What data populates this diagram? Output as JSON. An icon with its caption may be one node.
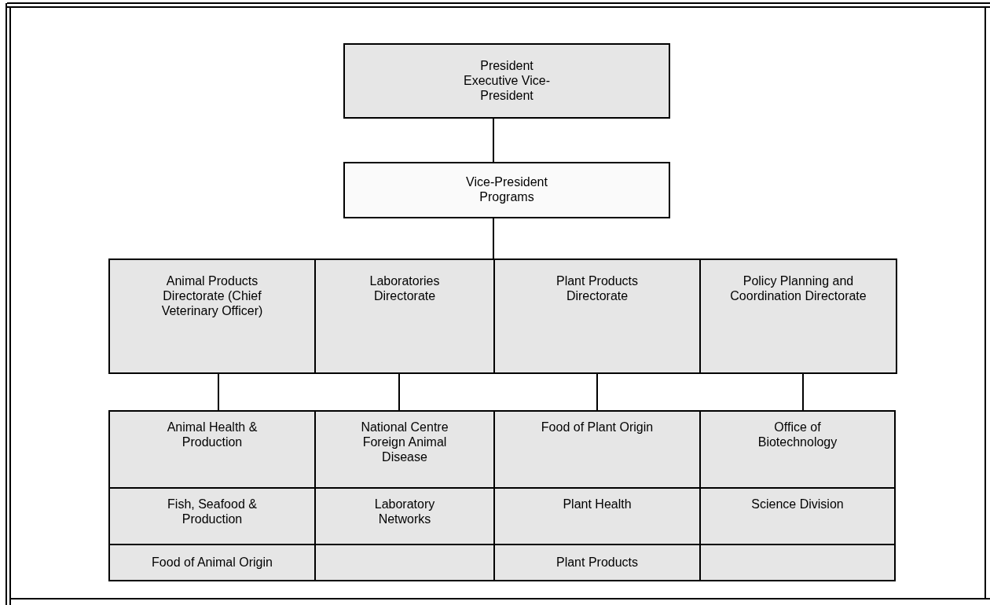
{
  "diagram": {
    "nodes": [
      {
        "text": [
          "President Executive Vice-President"
        ]
      },
      {
        "text": [
          "Vice-President Programs"
        ]
      },
      {
        "text": [],
        "shape": "box"
      },
      {
        "text": [
          "Animal Products Directorate (Chief Veterinary Officer)"
        ],
        "in": 2
      },
      {
        "text": [
          "Laboratories Directorate"
        ],
        "in": 2
      },
      {
        "text": [
          "Plant Products Directorate"
        ],
        "in": 2
      },
      {
        "text": [
          "Policy Planning and Coordination Directorate"
        ],
        "in": 2
      },
      {
        "text": [
          "Animal Health & Production"
        ]
      },
      {
        "text": [
          "National Centre Foreign Animal Disease"
        ]
      },
      {
        "text": [
          "Food of Plant Origin"
        ]
      },
      {
        "text": [
          "Office of Biotechnology"
        ]
      },
      {
        "text": [
          "Fish, Seafood & Production"
        ]
      },
      {
        "text": [
          "Laboratory Networks"
        ]
      },
      {
        "text": [
          "Plant Health"
        ]
      },
      {
        "text": [
          "Science Division"
        ]
      },
      {
        "text": [
          "Food of Animal Origin"
        ]
      },
      {
        "text": [],
        "shape": "box"
      },
      {
        "text": [
          "Plant Products"
        ]
      },
      {
        "text": [],
        "shape": "box"
      }
    ],
    "edges": [
      {
        "from": 0,
        "to": 1,
        "arrow": "none"
      },
      {
        "from": 1,
        "to": 2,
        "arrow": "none"
      },
      {
        "from": 3,
        "to": 7,
        "arrow": "none"
      },
      {
        "from": 4,
        "to": 8,
        "arrow": "none"
      },
      {
        "from": 5,
        "to": 9,
        "arrow": "none"
      },
      {
        "from": 6,
        "to": 10,
        "arrow": "none"
      }
    ]
  }
}
